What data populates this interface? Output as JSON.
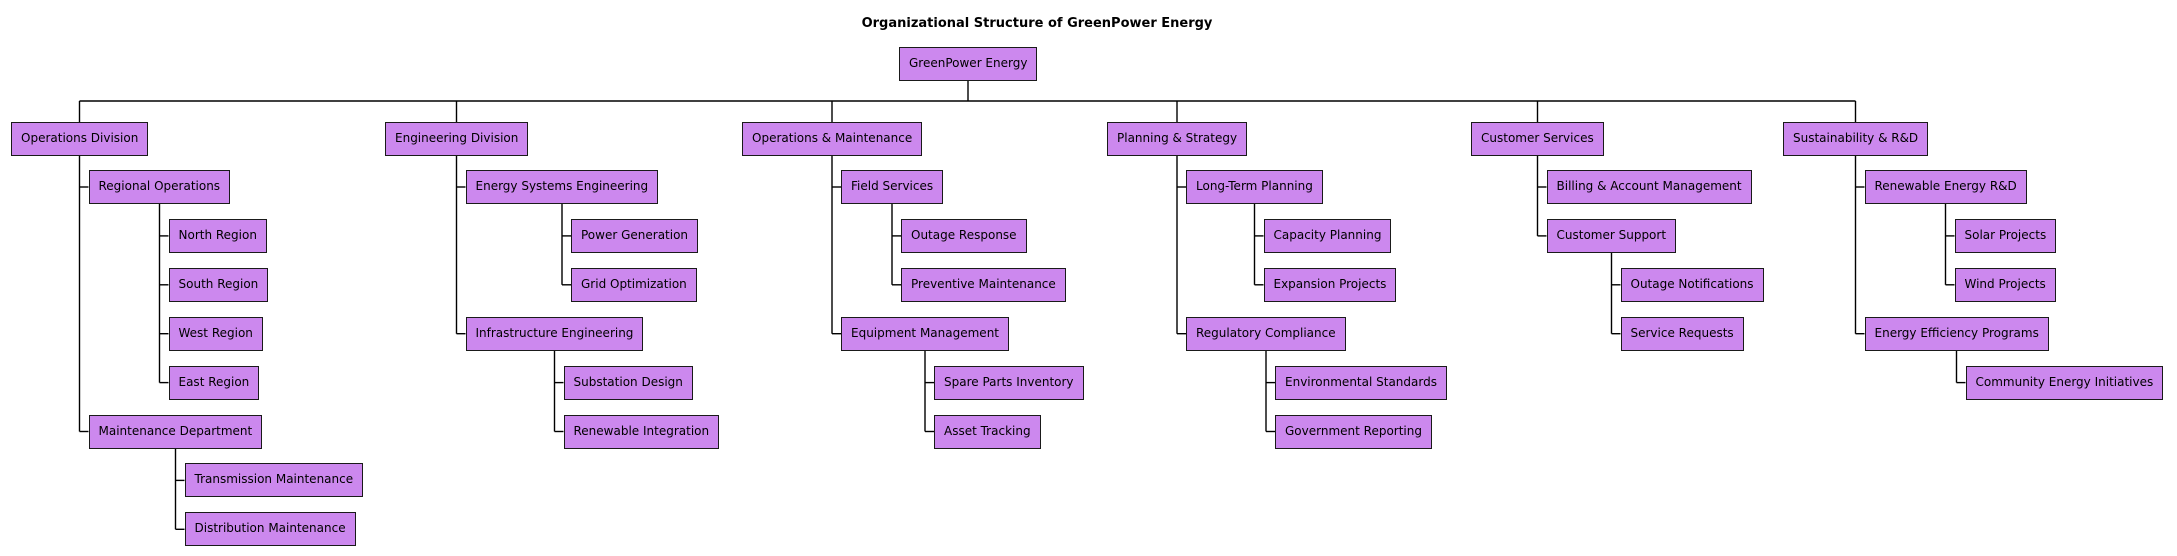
{
  "title": "Organizational Structure of GreenPower Energy",
  "colors": {
    "box_fill": "#CC88EE",
    "box_border": "#1A1A1A",
    "connector_line": "#000000",
    "background": "#FFFFFF",
    "text": "#000000"
  },
  "org": {
    "root": {
      "label": "GreenPower Energy",
      "children": [
        {
          "label": "Operations Division",
          "children": [
            {
              "label": "Regional Operations",
              "children": [
                {
                  "label": "North Region"
                },
                {
                  "label": "South Region"
                },
                {
                  "label": "West Region"
                },
                {
                  "label": "East Region"
                }
              ]
            },
            {
              "label": "Maintenance Department",
              "children": [
                {
                  "label": "Transmission Maintenance"
                },
                {
                  "label": "Distribution Maintenance"
                }
              ]
            }
          ]
        },
        {
          "label": "Engineering Division",
          "children": [
            {
              "label": "Energy Systems Engineering",
              "children": [
                {
                  "label": "Power Generation"
                },
                {
                  "label": "Grid Optimization"
                }
              ]
            },
            {
              "label": "Infrastructure Engineering",
              "children": [
                {
                  "label": "Substation Design"
                },
                {
                  "label": "Renewable Integration"
                }
              ]
            }
          ]
        },
        {
          "label": "Operations & Maintenance",
          "children": [
            {
              "label": "Field Services",
              "children": [
                {
                  "label": "Outage Response"
                },
                {
                  "label": "Preventive Maintenance"
                }
              ]
            },
            {
              "label": "Equipment Management",
              "children": [
                {
                  "label": "Spare Parts Inventory"
                },
                {
                  "label": "Asset Tracking"
                }
              ]
            }
          ]
        },
        {
          "label": "Planning & Strategy",
          "children": [
            {
              "label": "Long-Term Planning",
              "children": [
                {
                  "label": "Capacity Planning"
                },
                {
                  "label": "Expansion Projects"
                }
              ]
            },
            {
              "label": "Regulatory Compliance",
              "children": [
                {
                  "label": "Environmental Standards"
                },
                {
                  "label": "Government Reporting"
                }
              ]
            }
          ]
        },
        {
          "label": "Customer Services",
          "children": [
            {
              "label": "Billing & Account Management"
            },
            {
              "label": "Customer Support",
              "children": [
                {
                  "label": "Outage Notifications"
                },
                {
                  "label": "Service Requests"
                }
              ]
            }
          ]
        },
        {
          "label": "Sustainability & R&D",
          "children": [
            {
              "label": "Renewable Energy R&D",
              "children": [
                {
                  "label": "Solar Projects"
                },
                {
                  "label": "Wind Projects"
                }
              ]
            },
            {
              "label": "Energy Efficiency Programs",
              "children": [
                {
                  "label": "Community Energy Initiatives"
                }
              ]
            }
          ]
        }
      ]
    }
  }
}
